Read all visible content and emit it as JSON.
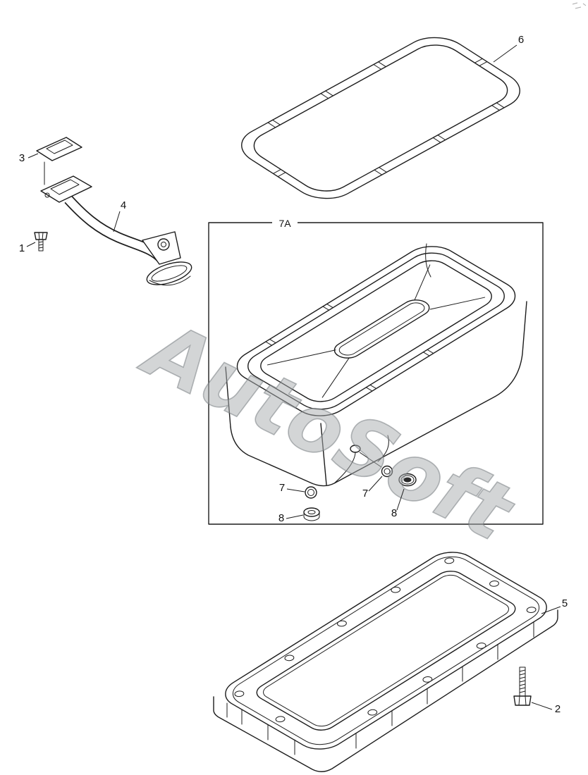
{
  "diagram": {
    "watermark": "AutoSoft",
    "frame_label": "7A",
    "callouts": {
      "c1": "1",
      "c2": "2",
      "c3": "3",
      "c4": "4",
      "c5": "5",
      "c6": "6",
      "c7_left": "7",
      "c7_right": "7",
      "c8_left": "8",
      "c8_right": "8"
    },
    "colors": {
      "line": "#1c1c1c",
      "watermark": "#9aa0a3",
      "background": "#ffffff"
    }
  }
}
